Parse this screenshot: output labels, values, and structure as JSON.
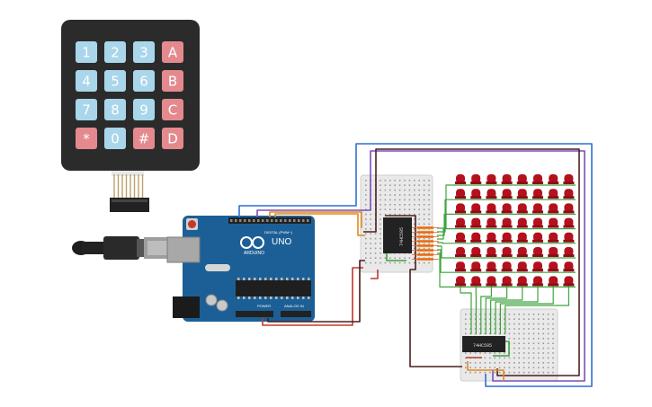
{
  "keypad": {
    "rows": [
      [
        {
          "label": "1",
          "type": "digit"
        },
        {
          "label": "2",
          "type": "digit"
        },
        {
          "label": "3",
          "type": "digit"
        },
        {
          "label": "A",
          "type": "letter"
        }
      ],
      [
        {
          "label": "4",
          "type": "digit"
        },
        {
          "label": "5",
          "type": "digit"
        },
        {
          "label": "6",
          "type": "digit"
        },
        {
          "label": "B",
          "type": "letter"
        }
      ],
      [
        {
          "label": "7",
          "type": "digit"
        },
        {
          "label": "8",
          "type": "digit"
        },
        {
          "label": "9",
          "type": "digit"
        },
        {
          "label": "C",
          "type": "letter"
        }
      ],
      [
        {
          "label": "*",
          "type": "letter"
        },
        {
          "label": "0",
          "type": "digit"
        },
        {
          "label": "#",
          "type": "letter"
        },
        {
          "label": "D",
          "type": "letter"
        }
      ]
    ]
  },
  "arduino": {
    "model": "UNO",
    "brand": "ARDUINO",
    "header_digital": "DIGITAL (PWM~)",
    "header_power": "POWER",
    "header_analog": "ANALOG IN"
  },
  "chips": {
    "top_register": "74HC595",
    "bottom_register": "74HC595"
  },
  "led_matrix": {
    "rows": 8,
    "cols": 8
  },
  "colors": {
    "keypad_body": "#2b2b2b",
    "key_digit": "#a9d6ea",
    "key_letter": "#e48a8f",
    "board_blue": "#1c5f96",
    "led_red": "#b3111d",
    "wire_green": "#3fa33f",
    "wire_red": "#c0392b",
    "wire_blue": "#2f6fd3",
    "wire_orange": "#e08a1e",
    "wire_purple": "#7a4fb8",
    "wire_dark": "#4a1f1f"
  }
}
